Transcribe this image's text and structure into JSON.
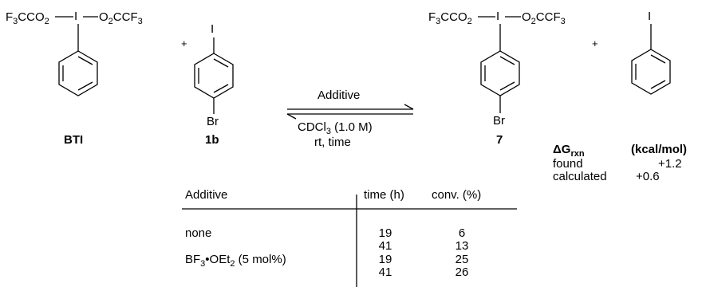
{
  "reagent_left": {
    "left_group": [
      "F",
      "3",
      "CCO",
      "2"
    ],
    "right_group": [
      "O",
      "2",
      "CCF",
      "3"
    ],
    "iodine": "I",
    "label": "BTI"
  },
  "plus_sign": "+",
  "substrate": {
    "iodine": "I",
    "bromine": "Br",
    "label": "1b"
  },
  "conditions": {
    "top": "Additive",
    "solvent": [
      "CDCl",
      "3",
      " (1.0 M)"
    ],
    "bottom": "rt, time"
  },
  "product": {
    "left_group": [
      "F",
      "3",
      "CCO",
      "2"
    ],
    "right_group": [
      "O",
      "2",
      "CCF",
      "3"
    ],
    "iodine": "I",
    "bromine": "Br",
    "label": "7"
  },
  "byproduct": {
    "iodine": "I"
  },
  "energy": {
    "symbol": "ΔG",
    "subscript": "rxn",
    "unit": "(kcal/mol)",
    "rows": [
      {
        "label": "found",
        "value": "+1.2"
      },
      {
        "label": "calculated",
        "value": "+0.6"
      }
    ]
  },
  "table": {
    "headers": [
      "Additive",
      "time (h)",
      "conv. (%)"
    ],
    "rows": [
      {
        "additive": "none",
        "time": "19",
        "conv": "6"
      },
      {
        "additive": "",
        "time": "41",
        "conv": "13"
      },
      {
        "additive_parts": [
          "BF",
          "3",
          "•OEt",
          "2",
          " (5 mol%)"
        ],
        "time": "19",
        "conv": "25"
      },
      {
        "additive": "",
        "time": "41",
        "conv": "26"
      }
    ]
  }
}
